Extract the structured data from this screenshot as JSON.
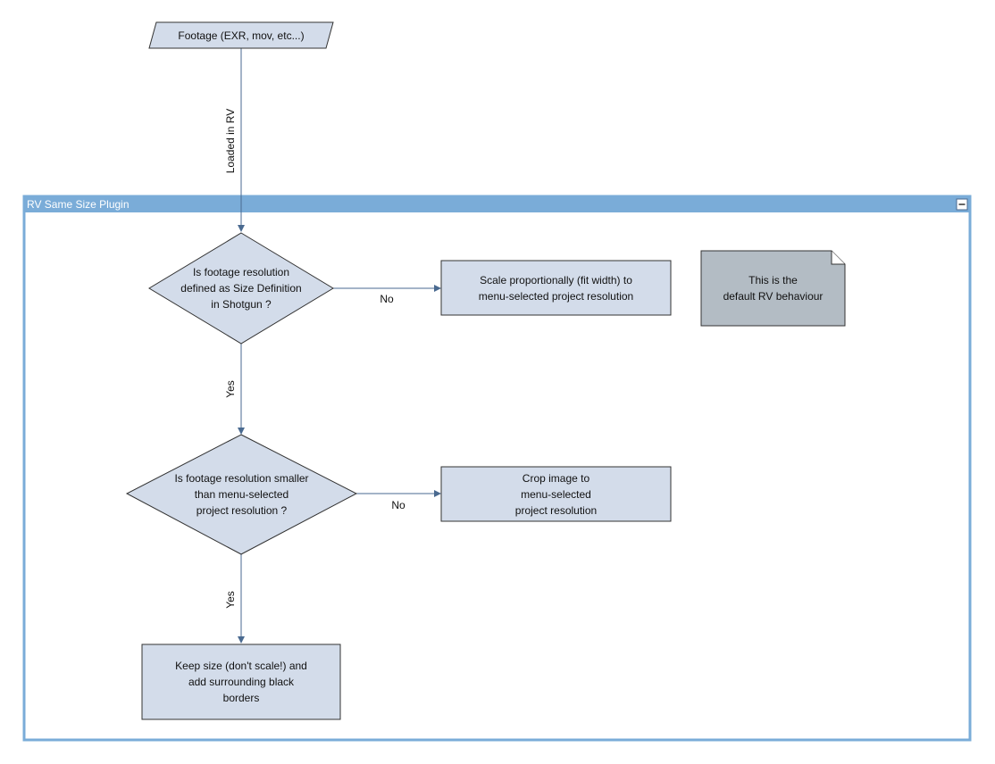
{
  "container": {
    "title": "RV Same Size Plugin",
    "collapse_symbol": "−",
    "header_color": "#7aacd8",
    "border_color": "#7aacd8"
  },
  "nodes": {
    "footage": "Footage (EXR, mov, etc...)",
    "decision_size_definition": "Is footage resolution\ndefined as Size Definition\nin Shotgun ?",
    "scale_box": "Scale proportionally (fit width) to\nmenu-selected project resolution",
    "note": "This is the\ndefault RV behaviour",
    "decision_smaller": "Is footage resolution smaller\nthan menu-selected\nproject resolution ?",
    "crop_box": "Crop image to\nmenu-selected\nproject resolution",
    "keep_box": "Keep size (don't scale!) and\nadd surrounding black\nborders"
  },
  "edges": {
    "loaded": "Loaded in RV",
    "no_1": "No",
    "yes_1": "Yes",
    "no_2": "No",
    "yes_2": "Yes"
  },
  "colors": {
    "node_fill": "#d3dcea",
    "node_stroke": "#333333",
    "note_fill": "#b3bcc4",
    "edge": "#4a6a90"
  }
}
